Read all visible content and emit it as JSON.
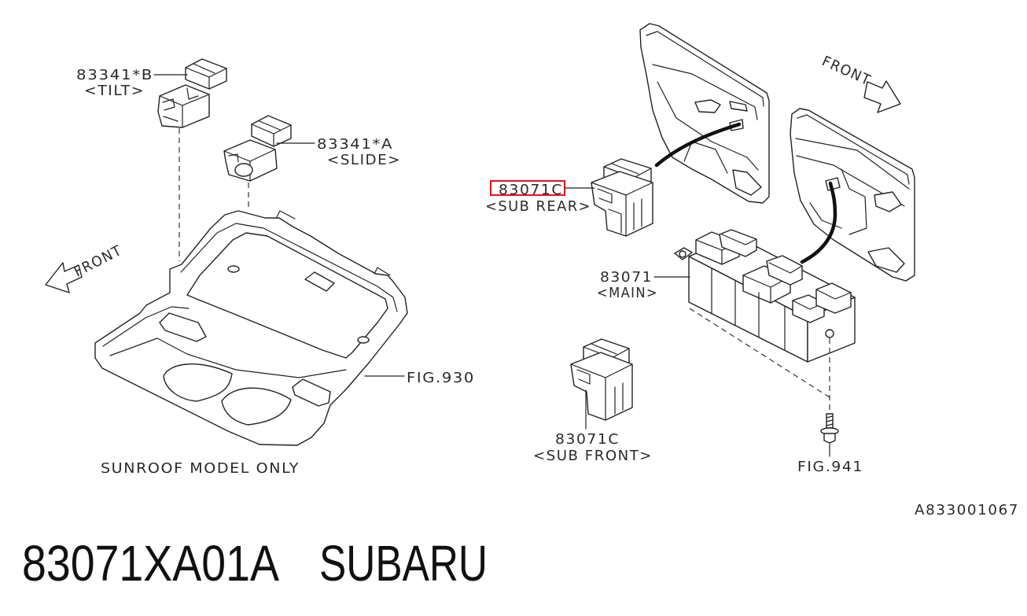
{
  "callouts": {
    "tilt_switch": {
      "part_number": "83341*B",
      "description": "<TILT>"
    },
    "slide_switch": {
      "part_number": "83341*A",
      "description": "<SLIDE>"
    },
    "sub_rear_switch": {
      "part_number": "83071C",
      "description": "<SUB REAR>"
    },
    "main_switch": {
      "part_number": "83071",
      "description": "<MAIN>"
    },
    "sub_front_switch": {
      "part_number": "83071C",
      "description": "<SUB FRONT>"
    }
  },
  "figure_references": {
    "console": "FIG.930",
    "screw": "FIG.941"
  },
  "direction_labels": {
    "left": "FRONT",
    "right": "FRONT"
  },
  "notes": {
    "sunroof": "SUNROOF MODEL ONLY"
  },
  "diagram_code": "A833001067",
  "caption": {
    "part_number": "83071XA01A",
    "brand": "SUBARU"
  },
  "colors": {
    "highlight": "#e8141c",
    "line": "#222222",
    "background": "#ffffff"
  }
}
